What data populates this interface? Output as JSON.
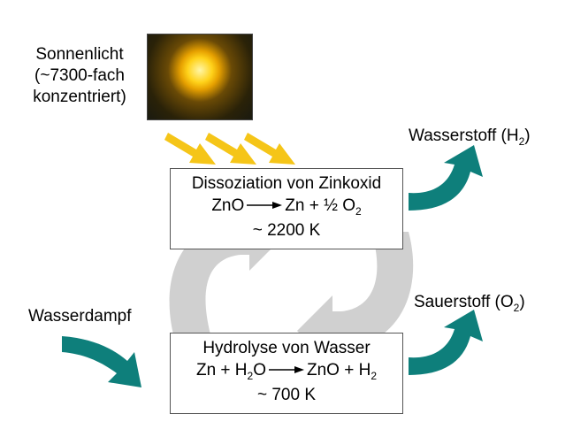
{
  "sunlight": {
    "line1": "Sonnenlicht",
    "line2": "(~7300-fach",
    "line3": "konzentriert)"
  },
  "dissociation": {
    "title": "Dissoziation von Zinkoxid",
    "eq_left": "ZnO",
    "eq_right_prefix": "Zn + ½ O",
    "eq_right_sub": "2",
    "temperature": "~ 2200 K"
  },
  "hydrolysis": {
    "title": "Hydrolyse von Wasser",
    "eq_left_prefix": "Zn + H",
    "eq_left_sub": "2",
    "eq_left_suffix": "O",
    "eq_right_prefix": "ZnO + H",
    "eq_right_sub": "2",
    "temperature": "~ 700 K"
  },
  "hydrogen": {
    "prefix": "Wasserstoff (H",
    "sub": "2",
    "suffix": ")"
  },
  "oxygen": {
    "prefix": "Sauerstoff (O",
    "sub": "2",
    "suffix": ")"
  },
  "steam": {
    "label": "Wasserdampf"
  },
  "colors": {
    "teal_arrow": "#0e7f7b",
    "sun_ray": "#f5c518",
    "cycle_arrow": "#c8c8c8"
  }
}
